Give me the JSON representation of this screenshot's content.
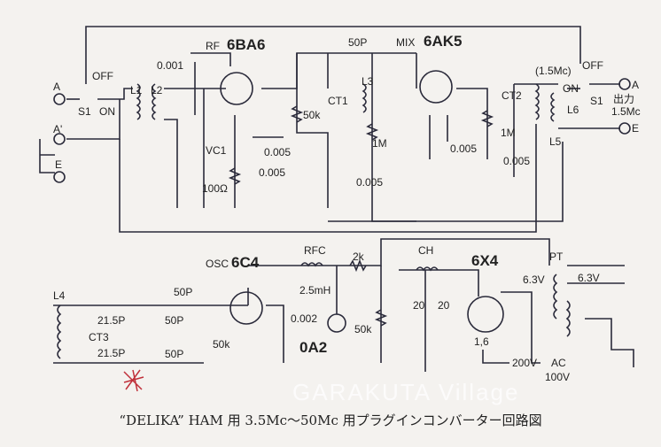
{
  "caption": "“DELIKA” HAM 用 3.5Mc〜50Mc 用プラグインコンバーター回路図",
  "watermark": "GARAKUTA Village",
  "tubes": {
    "rf_label": "RF",
    "rf": "6BA6",
    "mix_label": "MIX",
    "mix": "6AK5",
    "osc_label": "OSC",
    "osc": "6C4",
    "rect": "6X4",
    "vr": "0A2"
  },
  "labels": {
    "c_50p_top": "50P",
    "c_0001": "0.001",
    "off_left": "OFF",
    "term_a": "A",
    "s1_left": "S1",
    "on_left": "ON",
    "l1": "L1",
    "l2": "L2",
    "term_a2": "A'",
    "term_e": "E",
    "vc1": "VC1",
    "r_100": "100Ω",
    "c_0005_a": "0.005",
    "c_0005_b": "0.005",
    "r_50k_rf": "50k",
    "ct1": "CT1",
    "l3": "L3",
    "r_1m_a": "1M",
    "c_0005_c": "0.005",
    "c_0005_d": "0.005",
    "ct2": "CT2",
    "r_1m_b": "1M",
    "c_0005_e": "0.005",
    "l5": "L5",
    "freq_out_paren": "(1.5Mc)",
    "off_right": "OFF",
    "on_right": "ON",
    "s1_right": "S1",
    "l6": "L6",
    "out_a": "A",
    "out_label": "出力",
    "out_freq": "1.5Mc",
    "out_e": "E",
    "rfc": "RFC",
    "rfc_val": "2.5mH",
    "r_2k": "2k",
    "ch": "CH",
    "pt": "PT",
    "v63_a": "6.3V",
    "v63_b": "6.3V",
    "c_50p_osc": "50P",
    "l4": "L4",
    "c_215_a": "21.5P",
    "c_50p_a": "50P",
    "ct3": "CT3",
    "c_215_b": "21.5P",
    "c_50p_b": "50P",
    "r_50k_osc": "50k",
    "c_0002": "0.002",
    "r_50k_vr": "50k",
    "c_20_a": "20",
    "c_20_b": "20",
    "pins_16": "1,6",
    "v200": "200V",
    "ac": "AC",
    "ac_v": "100V"
  }
}
